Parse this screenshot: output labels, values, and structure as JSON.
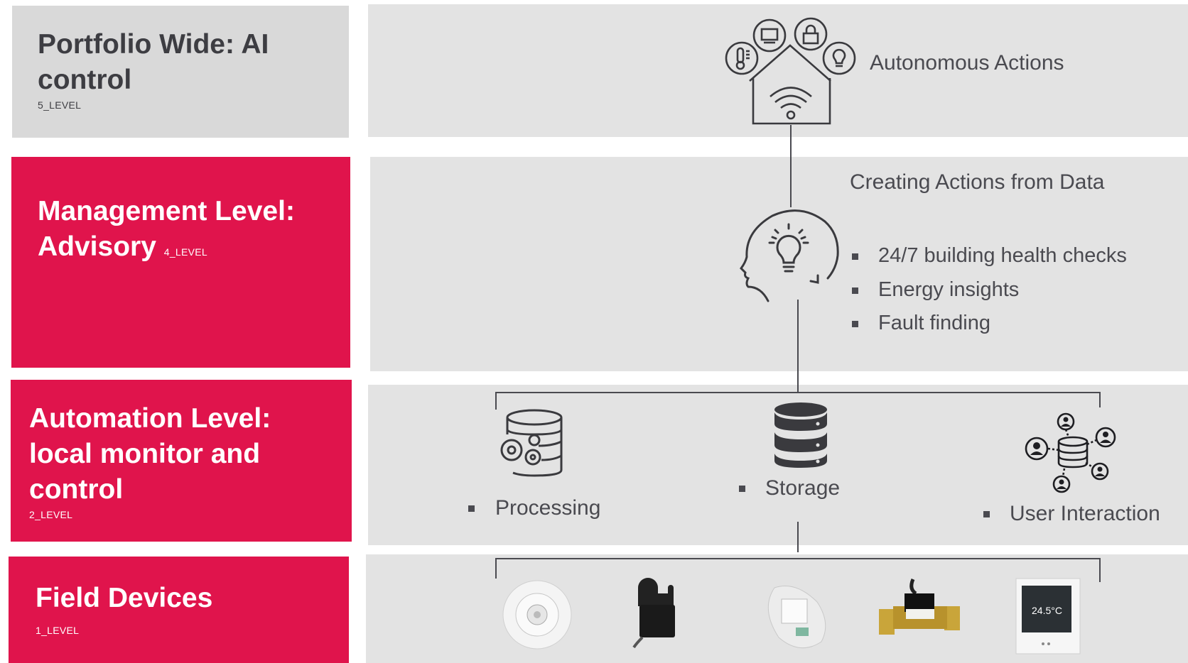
{
  "levels": {
    "level5": {
      "title_line1": "Portfolio Wide: AI",
      "title_line2": "control",
      "tag": "5_LEVEL"
    },
    "level4": {
      "title_line1": "Management Level:",
      "title_line2": "Advisory",
      "tag": "4_LEVEL"
    },
    "level2": {
      "title_line1": "Automation Level:",
      "title_line2": "local monitor and",
      "title_line3": "control",
      "tag": "2_LEVEL"
    },
    "level1": {
      "title_line1": "Field Devices",
      "tag": "1_LEVEL"
    }
  },
  "right": {
    "autonomous_actions": "Autonomous Actions",
    "creating_actions": "Creating Actions from Data",
    "advisory_bullets": [
      "24/7 building health checks",
      "Energy insights",
      "Fault finding"
    ],
    "automation_items": {
      "processing": "Processing",
      "storage": "Storage",
      "user_interaction": "User Interaction"
    },
    "thermostat_display": "24.5°C"
  },
  "colors": {
    "accent_red": "#e0144c",
    "panel_grey": "#e3e3e3",
    "header_grey": "#d9d9d9",
    "text_dark": "#4a4a50"
  },
  "icons": [
    "smart-home-icon",
    "thermostat-icon",
    "tv-icon",
    "lock-icon",
    "bulb-icon",
    "head-idea-icon",
    "database-gears-icon",
    "database-icon",
    "users-database-icon",
    "motion-sensor-icon",
    "current-clamp-icon",
    "humidity-sensor-icon",
    "flow-meter-icon",
    "thermostat-panel-icon"
  ]
}
